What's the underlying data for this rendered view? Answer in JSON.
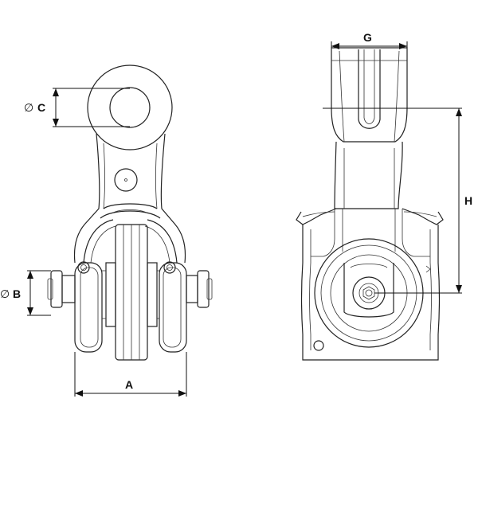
{
  "dimensions": {
    "a": "A",
    "b": "B",
    "c": "C",
    "g": "G",
    "h": "H",
    "diameter_symbol": "∅"
  }
}
